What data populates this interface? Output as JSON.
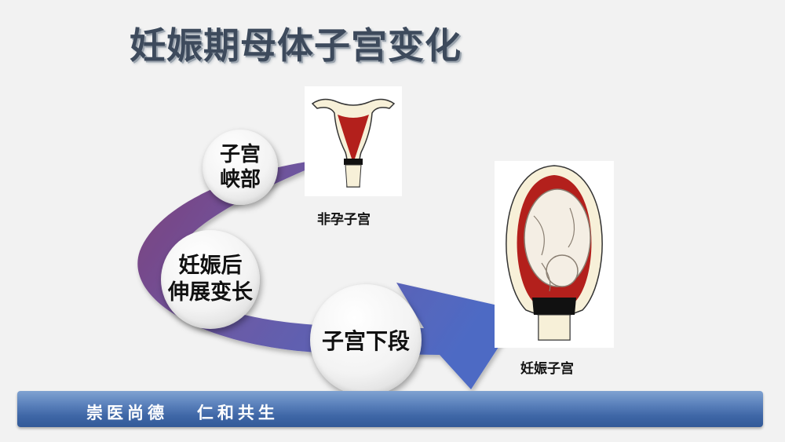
{
  "title": "妊娠期母体子宫变化",
  "circles": {
    "isthmus_line1": "子宫",
    "isthmus_line2": "峡部",
    "stretch_line1": "妊娠后",
    "stretch_line2": "伸展变长",
    "lower_segment": "子宫下段"
  },
  "captions": {
    "non_pregnant": "非孕子宫",
    "pregnant": "妊娠子宫"
  },
  "banner": "崇医尚德   仁和共生",
  "colors": {
    "arrow_start": "#7e3f7a",
    "arrow_end": "#4e6ac4",
    "uterus_red": "#b3201c",
    "band": "#111111",
    "banner": "#3e66a6"
  }
}
